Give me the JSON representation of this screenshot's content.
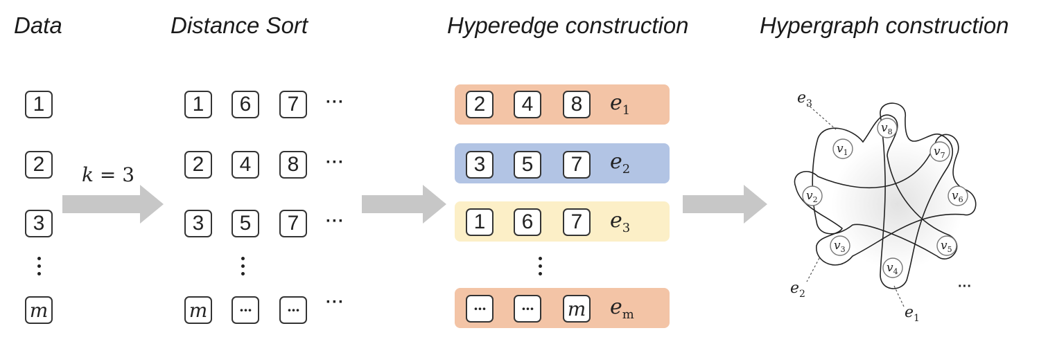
{
  "titles": {
    "data": "Data",
    "distance_sort": "Distance Sort",
    "hyperedge": "Hyperedge construction",
    "hypergraph": "Hypergraph construction"
  },
  "data_column": [
    "1",
    "2",
    "3",
    "m"
  ],
  "k_label": {
    "var": "k",
    "eq": " = 3"
  },
  "sorted_rows": [
    [
      "1",
      "6",
      "7"
    ],
    [
      "2",
      "4",
      "8"
    ],
    [
      "3",
      "5",
      "7"
    ],
    [
      "m",
      "···",
      "···"
    ]
  ],
  "ellipsis": "···",
  "hyperedges": [
    {
      "nodes": [
        "2",
        "4",
        "8"
      ],
      "label": "e",
      "sub": "1",
      "color": "#f3c4a6"
    },
    {
      "nodes": [
        "3",
        "5",
        "7"
      ],
      "label": "e",
      "sub": "2",
      "color": "#b2c4e4"
    },
    {
      "nodes": [
        "1",
        "6",
        "7"
      ],
      "label": "e",
      "sub": "3",
      "color": "#fcefc7"
    },
    {
      "nodes": [
        "···",
        "···",
        "m"
      ],
      "label": "e",
      "sub": "m",
      "color": "#f3c4a6"
    }
  ],
  "hypergraph": {
    "vertices": [
      {
        "v": "v",
        "sub": "1"
      },
      {
        "v": "v",
        "sub": "2"
      },
      {
        "v": "v",
        "sub": "3"
      },
      {
        "v": "v",
        "sub": "4"
      },
      {
        "v": "v",
        "sub": "5"
      },
      {
        "v": "v",
        "sub": "6"
      },
      {
        "v": "v",
        "sub": "7"
      },
      {
        "v": "v",
        "sub": "8"
      }
    ],
    "edge_labels": [
      {
        "e": "e",
        "sub": "3"
      },
      {
        "e": "e",
        "sub": "2"
      },
      {
        "e": "e",
        "sub": "1"
      }
    ],
    "more": "···"
  }
}
